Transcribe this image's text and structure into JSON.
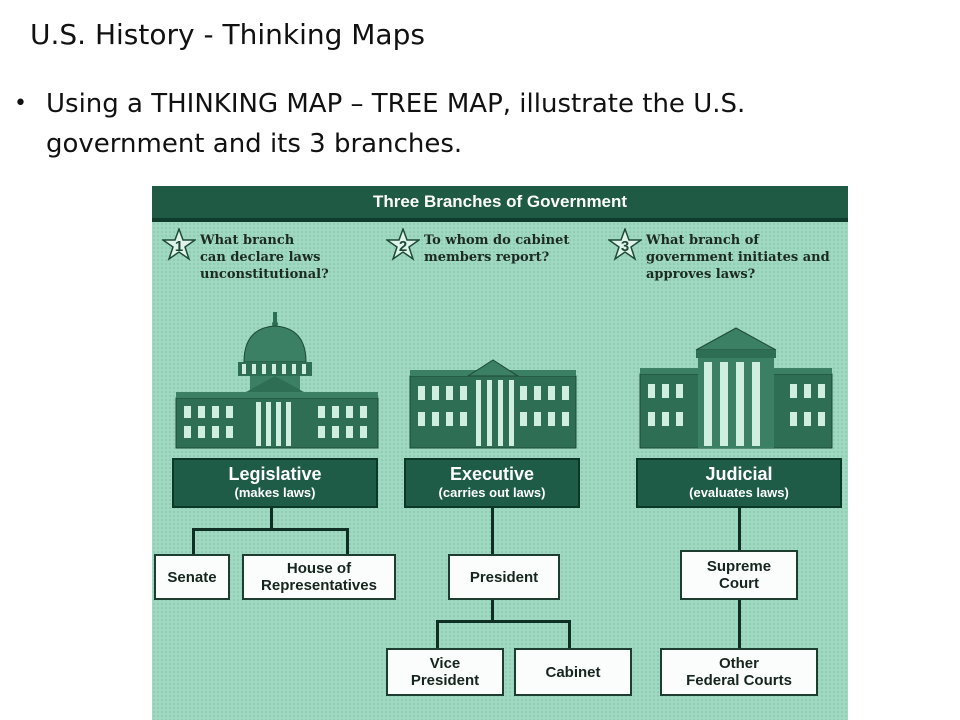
{
  "slide": {
    "title": "U.S. History - Thinking Maps",
    "bullet": "Using a THINKING MAP – TREE MAP, illustrate the U.S. government and its 3 branches."
  },
  "figure": {
    "banner": "Three Branches of Government",
    "questions": [
      {
        "number": "1",
        "text": [
          "What branch",
          "can declare laws",
          "unconstitutional?"
        ]
      },
      {
        "number": "2",
        "text": [
          "To whom do cabinet",
          "members report?"
        ]
      },
      {
        "number": "3",
        "text": [
          "What branch of",
          "government initiates and",
          "approves laws?"
        ]
      }
    ],
    "branches": [
      {
        "name": "Legislative",
        "role": "(makes laws)"
      },
      {
        "name": "Executive",
        "role": "(carries out laws)"
      },
      {
        "name": "Judicial",
        "role": "(evaluates laws)"
      }
    ],
    "nodes": {
      "senate": "Senate",
      "house": [
        "House of",
        "Representatives"
      ],
      "president": "President",
      "vice_president": [
        "Vice",
        "President"
      ],
      "cabinet": "Cabinet",
      "supreme_court": [
        "Supreme",
        "Court"
      ],
      "other_courts": [
        "Other",
        "Federal Courts"
      ]
    }
  },
  "colors": {
    "background": "#9fd9c1",
    "banner": "#1e5a44",
    "branch_box": "#1f5c47",
    "building": "#2e6e55"
  }
}
